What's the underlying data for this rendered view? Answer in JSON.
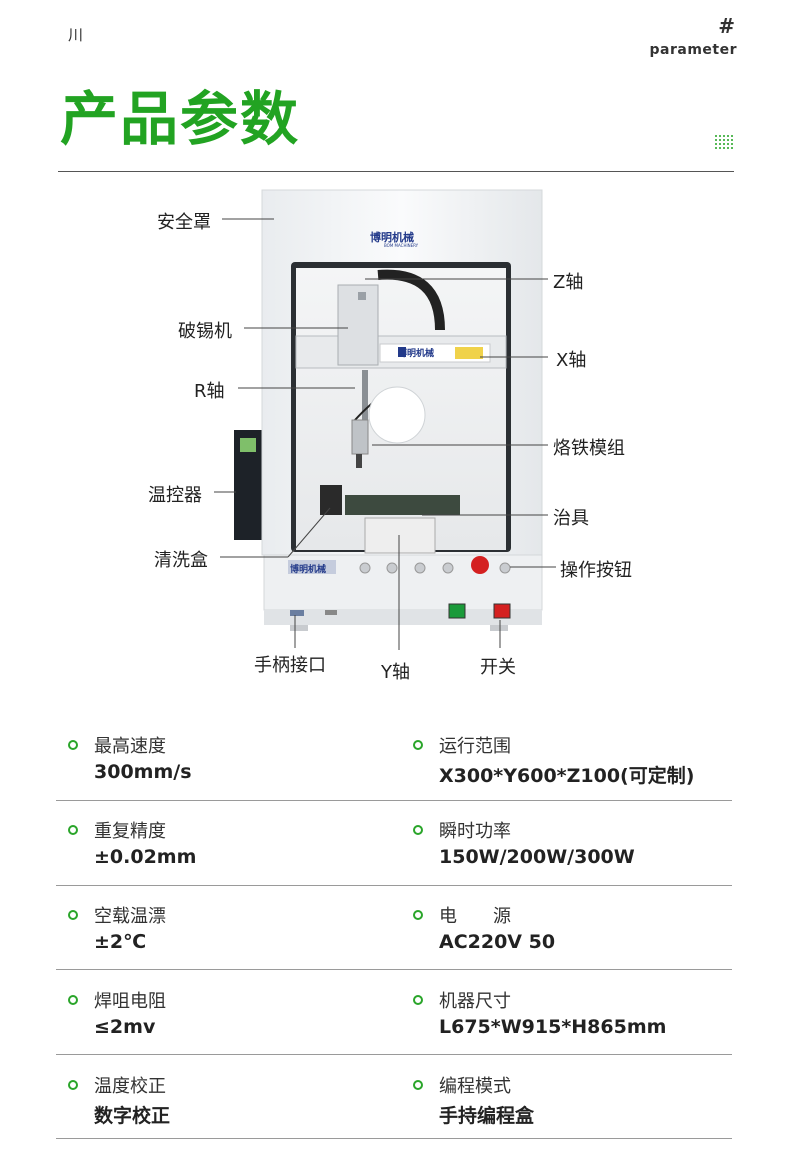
{
  "header": {
    "top_mark": "川",
    "hash": "#",
    "parameter": "parameter",
    "title": "产品参数"
  },
  "colors": {
    "accent": "#22a322",
    "text": "#333333",
    "rule": "#9a9a9a"
  },
  "machine": {
    "brand_logo_text": "博明机械",
    "brand_sub_text": "BOM MACHINERY",
    "callouts": {
      "safety_cover": "安全罩",
      "z_axis": "Z轴",
      "tin_breaker": "破锡机",
      "x_axis": "X轴",
      "r_axis": "R轴",
      "iron_module": "烙铁模组",
      "temp_controller": "温控器",
      "fixture": "治具",
      "cleaning_box": "清洗盒",
      "operation_buttons": "操作按钮",
      "handle_port": "手柄接口",
      "y_axis": "Y轴",
      "switch": "开关"
    }
  },
  "specs": [
    {
      "label": "最高速度",
      "value": "300mm/s"
    },
    {
      "label": "运行范围",
      "value": "X300*Y600*Z100(可定制)"
    },
    {
      "label": "重复精度",
      "value": "±0.02mm"
    },
    {
      "label": "瞬时功率",
      "value": "150W/200W/300W"
    },
    {
      "label": "空载温漂",
      "value": "±2℃"
    },
    {
      "label": "电　　源",
      "value": "AC220V 50"
    },
    {
      "label": "焊咀电阻",
      "value": "≤2mv"
    },
    {
      "label": "机器尺寸",
      "value": "L675*W915*H865mm"
    },
    {
      "label": "温度校正",
      "value": "数字校正"
    },
    {
      "label": "编程模式",
      "value": "手持编程盒"
    }
  ]
}
